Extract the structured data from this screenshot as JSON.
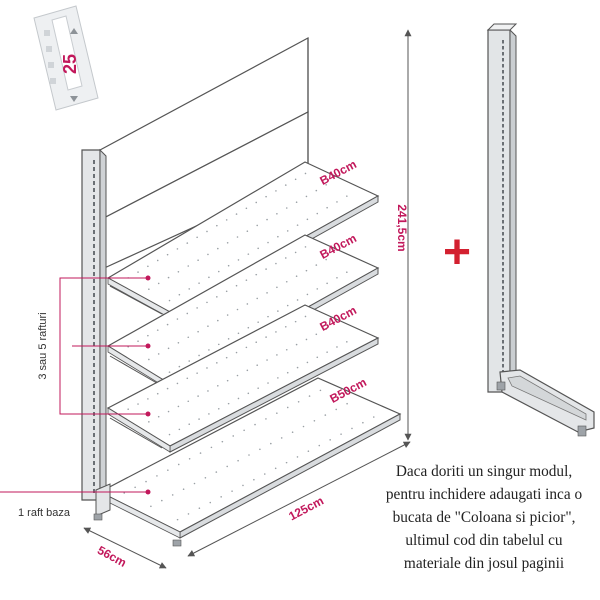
{
  "colors": {
    "accent": "#c2185b",
    "plus": "#d32030",
    "line": "#555555",
    "metal": "#d4d7d9"
  },
  "badge": {
    "number": "25",
    "icon": "hook-strip-icon"
  },
  "dimensions": {
    "height": "241,5cm",
    "width": "125cm",
    "depth": "56cm"
  },
  "shelves": [
    "B40cm",
    "B40cm",
    "B40cm",
    "B50cm"
  ],
  "labels": {
    "shelf_count": "3 sau 5 rafturi",
    "base_shelf": "1 raft baza"
  },
  "plus_symbol": "+",
  "note_lines": [
    "Daca doriti un singur modul,",
    "pentru inchidere adaugati inca o",
    "bucata de \"Coloana si picior\",",
    "ultimul cod din tabelul cu",
    "materiale din josul paginii"
  ]
}
